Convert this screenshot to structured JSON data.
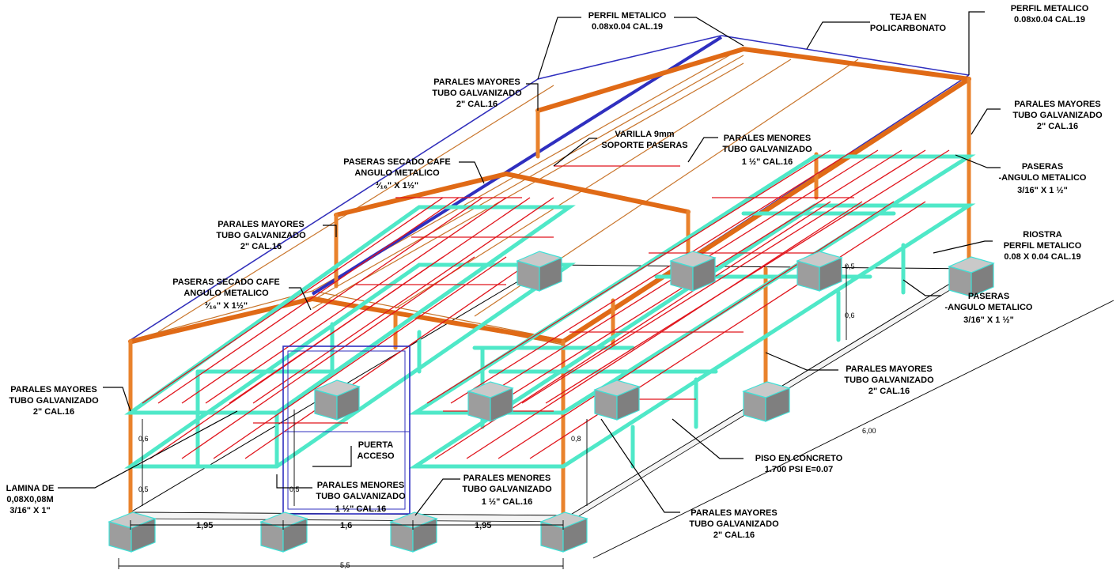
{
  "labels": {
    "perfil_left": [
      "PERFIL METALICO",
      "0.08x0.04 CAL.19"
    ],
    "teja": [
      "TEJA EN",
      "POLICARBONATO"
    ],
    "perfil_right": [
      "PERFIL METALICO",
      "0.08x0.04 CAL.19"
    ],
    "parales_top_left": [
      "PARALES MAYORES",
      "TUBO GALVANIZADO",
      "2\" CAL.16"
    ],
    "parales_right_top": [
      "PARALES MAYORES",
      "TUBO GALVANIZADO",
      "2\" CAL.16"
    ],
    "varilla": [
      "VARILLA 9mm",
      "SOPORTE PASERAS"
    ],
    "parales_menores_top": [
      "PARALES MENORES",
      "TUBO GALVANIZADO",
      "1 ½\" CAL.16"
    ],
    "paseras_secado_1": [
      "PASERAS SECADO CAFE",
      "ANGULO METALICO",
      "³⁄₁₆\" X 1½\""
    ],
    "paseras_right": [
      "PASERAS",
      "-ANGULO METALICO",
      "3/16\" X 1 ½\""
    ],
    "parales_mid_left": [
      "PARALES MAYORES",
      "TUBO GALVANIZADO",
      "2\" CAL.16"
    ],
    "riostra": [
      "RIOSTRA",
      "PERFIL METALICO",
      "0.08 X 0.04 CAL.19"
    ],
    "paseras_secado_2": [
      "PASERAS SECADO CAFE",
      "ANGULO METALICO",
      "³⁄₁₆\" X 1½\""
    ],
    "paseras_right_2": [
      "PASERAS",
      "-ANGULO METALICO",
      "3/16\" X 1 ½\""
    ],
    "parales_far_left": [
      "PARALES MAYORES",
      "TUBO GALVANIZADO",
      "2\" CAL.16"
    ],
    "parales_right_mid": [
      "PARALES MAYORES",
      "TUBO GALVANIZADO",
      "2\" CAL.16"
    ],
    "puerta": [
      "PUERTA",
      "ACCESO"
    ],
    "piso": [
      "PISO EN CONCRETO",
      "1.700 PSI E=0.07"
    ],
    "lamina": [
      "LAMINA DE",
      "0,08X0,08M",
      "3/16\" X 1\""
    ],
    "parales_menores_left": [
      "PARALES MENORES",
      "TUBO GALVANIZADO",
      "1 ½\" CAL.16"
    ],
    "parales_menores_center": [
      "PARALES MENORES",
      "TUBO GALVANIZADO",
      "1 ½\" CAL.16"
    ],
    "parales_bottom_right": [
      "PARALES MAYORES",
      "TUBO GALVANIZADO",
      "2\" CAL.16"
    ]
  },
  "dimensions": {
    "bay_1": "1,95",
    "bay_2": "1,6",
    "bay_3": "1,95",
    "total_width": "5,5",
    "depth": "6,00",
    "level_1": "0,6",
    "level_2": "0,5",
    "level_r1": "0,5",
    "level_r2": "0,6",
    "level_m": "0,5",
    "level_b": "0,8"
  }
}
